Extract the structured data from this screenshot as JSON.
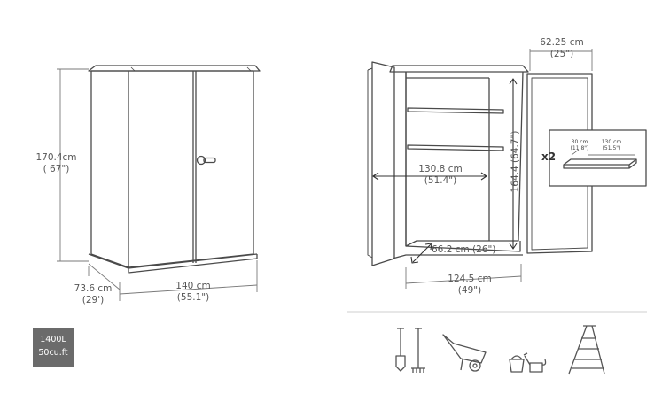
{
  "dimensions": {
    "height_cm": "170.4cm",
    "height_in": "( 67\")",
    "depth_cm": "73.6 cm",
    "depth_in": "(29')",
    "width_cm": "140 cm",
    "width_in": "(55.1\")",
    "door_cm": "62.25 cm",
    "door_in": "(25\")",
    "inner_width": "130.8 cm",
    "inner_width_in": "(51.4\")",
    "inner_height": "164.4 (64.7\")",
    "inner_depth": "66.2 cm (26\")",
    "floor_width_cm": "124.5 cm",
    "floor_width_in": "(49\")"
  },
  "shelf": {
    "count": "x2",
    "depth_cm": "30 cm",
    "depth_in": "(11.8\")",
    "length_cm": "130 cm",
    "length_in": "(51.5\")"
  },
  "capacity": {
    "liters": "1400L",
    "cubic_ft": "50cu.ft"
  },
  "icons": [
    "shovel-rake-icon",
    "wheelbarrow-icon",
    "bucket-watering-can-icon",
    "ladder-icon"
  ]
}
